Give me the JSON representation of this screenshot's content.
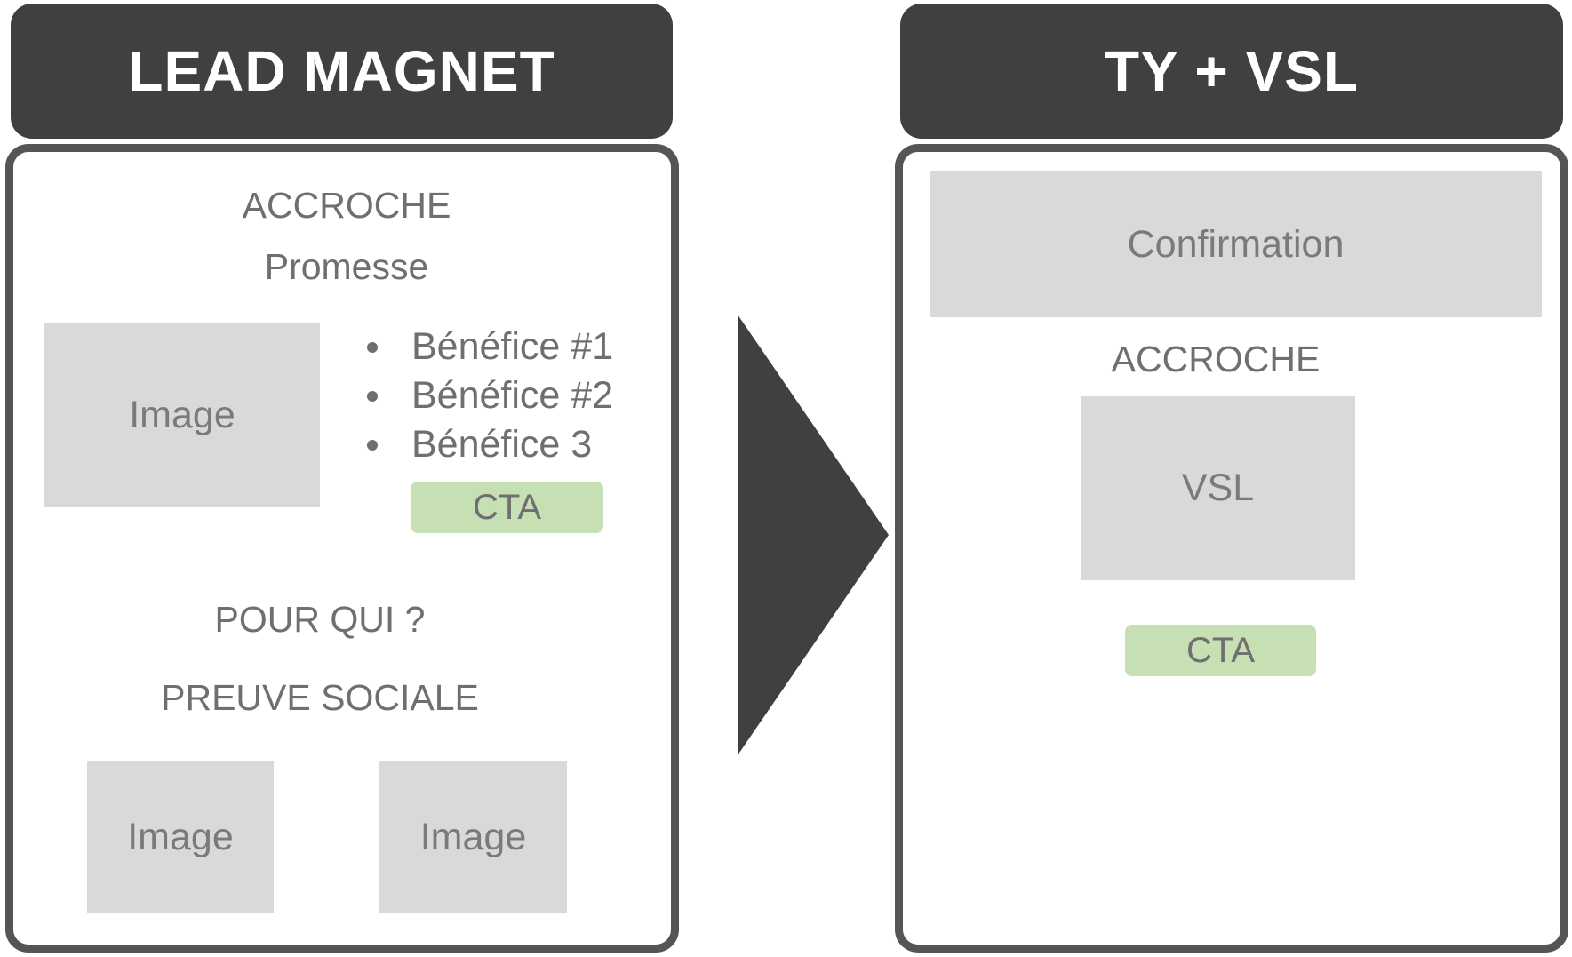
{
  "left": {
    "header": "LEAD MAGNET",
    "accroche": "ACCROCHE",
    "promesse": "Promesse",
    "image_main": "Image",
    "benefits": [
      {
        "label": "Bénéfice #1"
      },
      {
        "label": "Bénéfice #2"
      },
      {
        "label": "Bénéfice 3"
      }
    ],
    "cta": "CTA",
    "pour_qui": "POUR QUI ?",
    "preuve_sociale": "PREUVE SOCIALE",
    "image_bottom_left": "Image",
    "image_bottom_right": "Image"
  },
  "right": {
    "header": "TY + VSL",
    "confirmation": "Confirmation",
    "accroche": "ACCROCHE",
    "vsl": "VSL",
    "cta": "CTA"
  },
  "colors": {
    "header_bg": "#404040",
    "placeholder_bg": "#d9d9d9",
    "cta_bg": "#c6e0b4",
    "arrow": "#404040"
  }
}
